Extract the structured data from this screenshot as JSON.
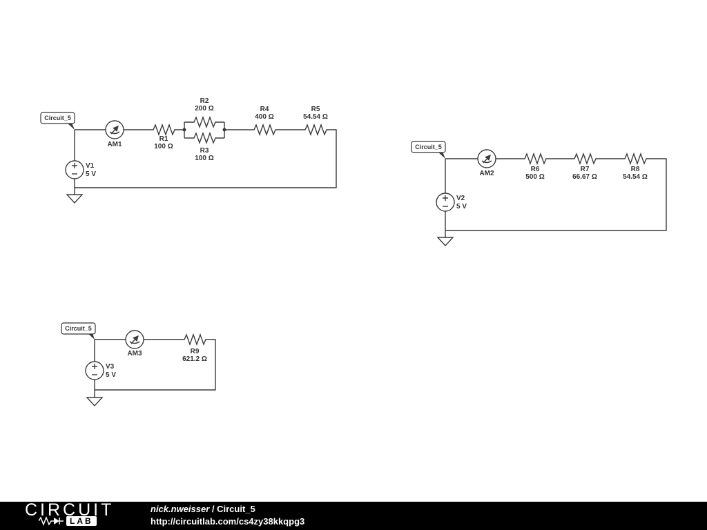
{
  "meta": {
    "background_color": "#ffffff",
    "wire_color": "#3a3a3a",
    "label_color": "#333333",
    "footer_background": "#000000",
    "footer_text_color": "#ffffff"
  },
  "circuits": [
    {
      "tag": "Circuit_5",
      "source": {
        "name": "V1",
        "value": "5 V"
      },
      "ammeter": {
        "name": "AM1"
      },
      "resistors": [
        {
          "name": "R1",
          "value": "100 Ω"
        },
        {
          "name": "R2",
          "value": "200 Ω"
        },
        {
          "name": "R3",
          "value": "100 Ω"
        },
        {
          "name": "R4",
          "value": "400 Ω"
        },
        {
          "name": "R5",
          "value": "54.54 Ω"
        }
      ]
    },
    {
      "tag": "Circuit_5",
      "source": {
        "name": "V2",
        "value": "5 V"
      },
      "ammeter": {
        "name": "AM2"
      },
      "resistors": [
        {
          "name": "R6",
          "value": "500 Ω"
        },
        {
          "name": "R7",
          "value": "66.67 Ω"
        },
        {
          "name": "R8",
          "value": "54.54 Ω"
        }
      ]
    },
    {
      "tag": "Circuit_5",
      "source": {
        "name": "V3",
        "value": "5 V"
      },
      "ammeter": {
        "name": "AM3"
      },
      "resistors": [
        {
          "name": "R9",
          "value": "621.2 Ω"
        }
      ]
    }
  ],
  "footer": {
    "logo_top": "CIRCUIT",
    "logo_bottom": "LAB",
    "author": "nick.nweisser",
    "separator": " / ",
    "title": "Circuit_5",
    "url": "http://circuitlab.com/cs4zy38kkqpg3"
  }
}
